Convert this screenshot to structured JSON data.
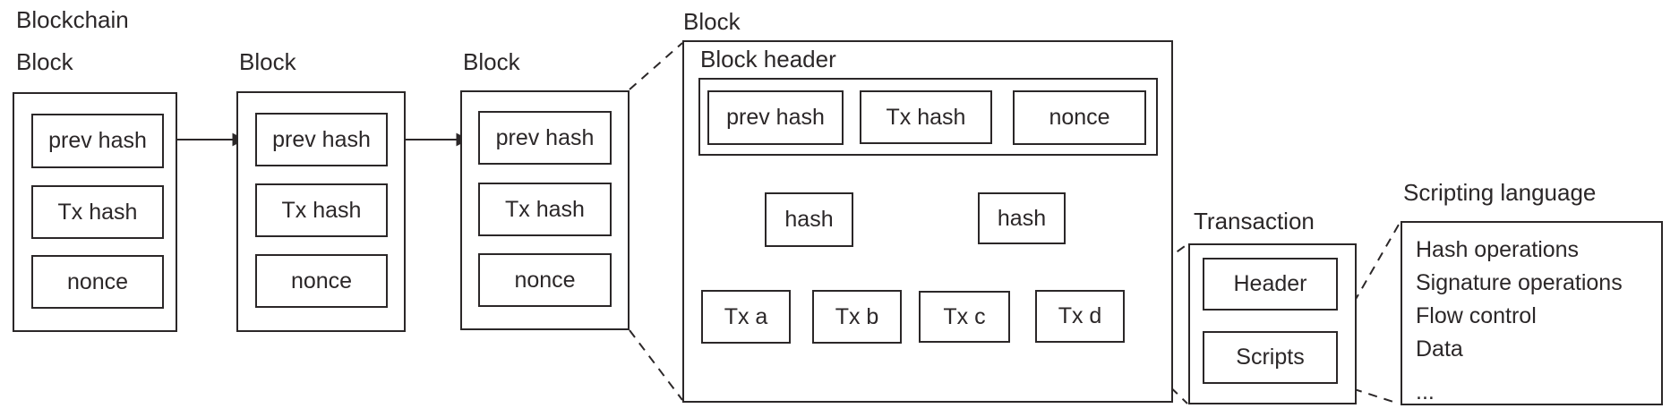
{
  "diagram": {
    "blockchain_label": "Blockchain",
    "chain_blocks": [
      {
        "label": "Block",
        "fields": [
          "prev hash",
          "Tx hash",
          "nonce"
        ]
      },
      {
        "label": "Block",
        "fields": [
          "prev hash",
          "Tx hash",
          "nonce"
        ]
      },
      {
        "label": "Block",
        "fields": [
          "prev hash",
          "Tx hash",
          "nonce"
        ]
      }
    ],
    "detail_block": {
      "label": "Block",
      "header_label": "Block header",
      "header_fields": [
        "prev hash",
        "Tx hash",
        "nonce"
      ],
      "merkle": {
        "hash_nodes": [
          "hash",
          "hash"
        ],
        "leaves": [
          "Tx a",
          "Tx b",
          "Tx c",
          "Tx d"
        ]
      }
    },
    "transaction": {
      "label": "Transaction",
      "fields": [
        "Header",
        "Scripts"
      ]
    },
    "scripting": {
      "label": "Scripting language",
      "items": [
        "Hash operations",
        "Signature operations",
        "Flow control",
        "Data",
        "..."
      ]
    }
  },
  "colors": {
    "stroke": "#2b2728",
    "text": "#2b2728",
    "background": "#ffffff"
  }
}
